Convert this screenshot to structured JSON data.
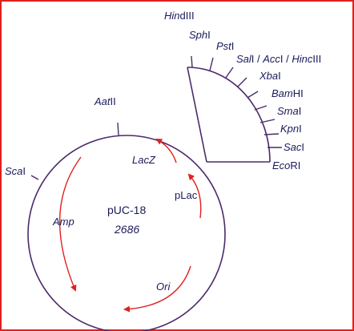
{
  "plasmid": {
    "name": "pUC-18",
    "size": "2686"
  },
  "features": {
    "amp": "Amp",
    "ori": "Ori",
    "lacz": "LacZ",
    "plac": "pLac"
  },
  "sites": {
    "aatii": {
      "prefix": "Aat",
      "suffix": "II"
    },
    "scai": {
      "prefix": "Sca",
      "suffix": "I"
    },
    "hindiii": {
      "prefix": "Hin",
      "suffix": "dIII"
    },
    "sphi": {
      "prefix": "Sph",
      "suffix": "I"
    },
    "psti": {
      "prefix": "Pst",
      "suffix": "I"
    },
    "sal_acc_hinc": {
      "sal": "Sal",
      "sal_s": "I / ",
      "acc": "Acc",
      "acc_s": "I / ",
      "hinc": "Hinc",
      "hinc_s": "III"
    },
    "xbai": {
      "prefix": "Xba",
      "suffix": "I"
    },
    "bamhi": {
      "prefix": "Bam",
      "suffix": "HI"
    },
    "smai": {
      "prefix": "Sma",
      "suffix": "I"
    },
    "kpni": {
      "prefix": "Kpn",
      "suffix": "I"
    },
    "saci": {
      "prefix": "Sac",
      "suffix": "I"
    },
    "ecori": {
      "prefix": "Eco",
      "suffix": "RI"
    }
  },
  "colors": {
    "border": "#e02020",
    "line": "#4b2a6b",
    "arrow": "#e02020",
    "text": "#1a1a5a"
  }
}
